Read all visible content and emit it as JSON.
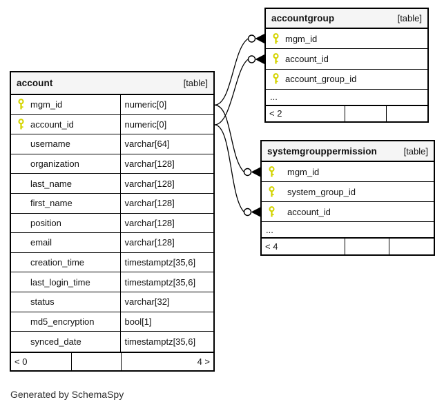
{
  "colors": {
    "key_icon": "#d4d400",
    "header_bg": "#f5f5f5",
    "border": "#000000",
    "background": "#ffffff"
  },
  "caption": "Generated by SchemaSpy",
  "tables": {
    "account": {
      "name": "account",
      "tag": "[table]",
      "columns": [
        {
          "name": "mgm_id",
          "type": "numeric[0]",
          "key": true
        },
        {
          "name": "account_id",
          "type": "numeric[0]",
          "key": true
        },
        {
          "name": "username",
          "type": "varchar[64]",
          "key": false
        },
        {
          "name": "organization",
          "type": "varchar[128]",
          "key": false
        },
        {
          "name": "last_name",
          "type": "varchar[128]",
          "key": false
        },
        {
          "name": "first_name",
          "type": "varchar[128]",
          "key": false
        },
        {
          "name": "position",
          "type": "varchar[128]",
          "key": false
        },
        {
          "name": "email",
          "type": "varchar[128]",
          "key": false
        },
        {
          "name": "creation_time",
          "type": "timestamptz[35,6]",
          "key": false
        },
        {
          "name": "last_login_time",
          "type": "timestamptz[35,6]",
          "key": false
        },
        {
          "name": "status",
          "type": "varchar[32]",
          "key": false
        },
        {
          "name": "md5_encryption",
          "type": "bool[1]",
          "key": false
        },
        {
          "name": "synced_date",
          "type": "timestamptz[35,6]",
          "key": false
        }
      ],
      "footer": {
        "left": "< 0",
        "middle": "",
        "right": "4 >"
      }
    },
    "accountgroup": {
      "name": "accountgroup",
      "tag": "[table]",
      "columns": [
        {
          "name": "mgm_id",
          "key": true
        },
        {
          "name": "account_id",
          "key": true
        },
        {
          "name": "account_group_id",
          "key": true
        },
        {
          "name": "...",
          "key": false,
          "ellipsis": true
        }
      ],
      "footer": {
        "left": "< 2",
        "middle": "",
        "right": ""
      }
    },
    "systemgrouppermission": {
      "name": "systemgrouppermission",
      "tag": "[table]",
      "columns": [
        {
          "name": "mgm_id",
          "key": true
        },
        {
          "name": "system_group_id",
          "key": true
        },
        {
          "name": "account_id",
          "key": true
        },
        {
          "name": "...",
          "key": false,
          "ellipsis": true
        }
      ],
      "footer": {
        "left": "< 4",
        "middle": "",
        "right": ""
      }
    }
  },
  "relationships": [
    {
      "from": "account.mgm_id",
      "to": "accountgroup.mgm_id"
    },
    {
      "from": "account.account_id",
      "to": "accountgroup.account_id"
    },
    {
      "from": "account.mgm_id",
      "to": "systemgrouppermission.mgm_id"
    },
    {
      "from": "account.account_id",
      "to": "systemgrouppermission.account_id"
    }
  ]
}
